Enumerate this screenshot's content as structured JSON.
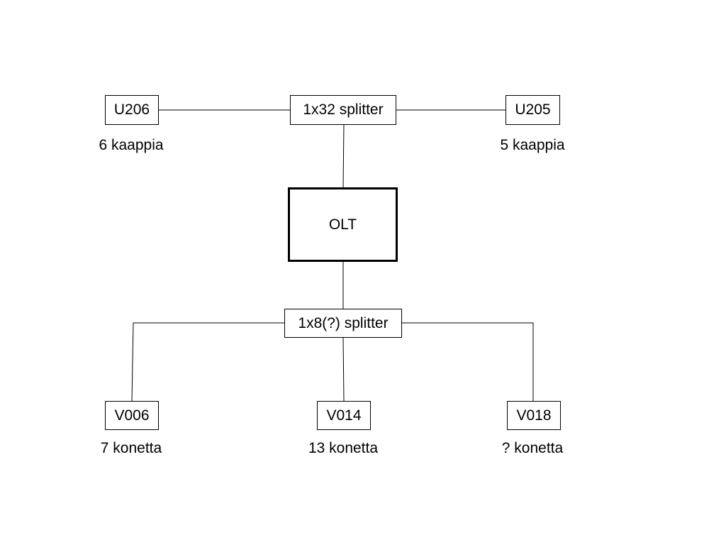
{
  "nodes": {
    "u206": {
      "label": "U206",
      "caption": "6 kaappia"
    },
    "splitter_top": {
      "label": "1x32 splitter"
    },
    "u205": {
      "label": "U205",
      "caption": "5 kaappia"
    },
    "olt": {
      "label": "OLT"
    },
    "splitter_bottom": {
      "label": "1x8(?) splitter"
    },
    "v006": {
      "label": "V006",
      "caption": "7 konetta"
    },
    "v014": {
      "label": "V014",
      "caption": "13 konetta"
    },
    "v018": {
      "label": "V018",
      "caption": "? konetta"
    }
  }
}
